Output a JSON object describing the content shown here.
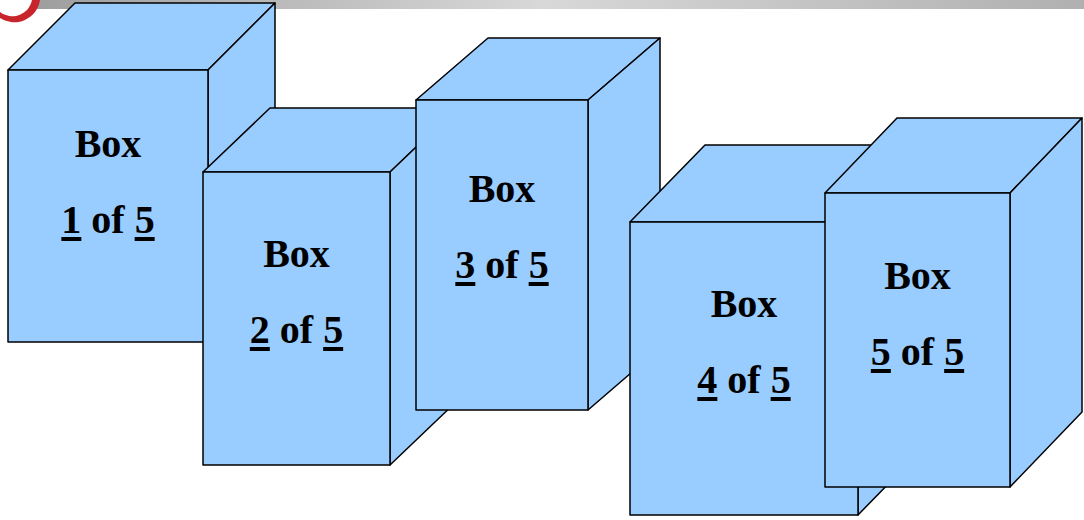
{
  "diagram": {
    "nodes": [
      {
        "text": [
          "Box",
          "1",
          "of",
          "5"
        ]
      },
      {
        "text": [
          "Box",
          "2",
          "of",
          "5"
        ]
      },
      {
        "text": [
          "Box",
          "3",
          "of",
          "5"
        ]
      },
      {
        "text": [
          "Box",
          "4",
          "of",
          "5"
        ]
      },
      {
        "text": [
          "Box",
          "5",
          "of",
          "5"
        ]
      }
    ]
  }
}
